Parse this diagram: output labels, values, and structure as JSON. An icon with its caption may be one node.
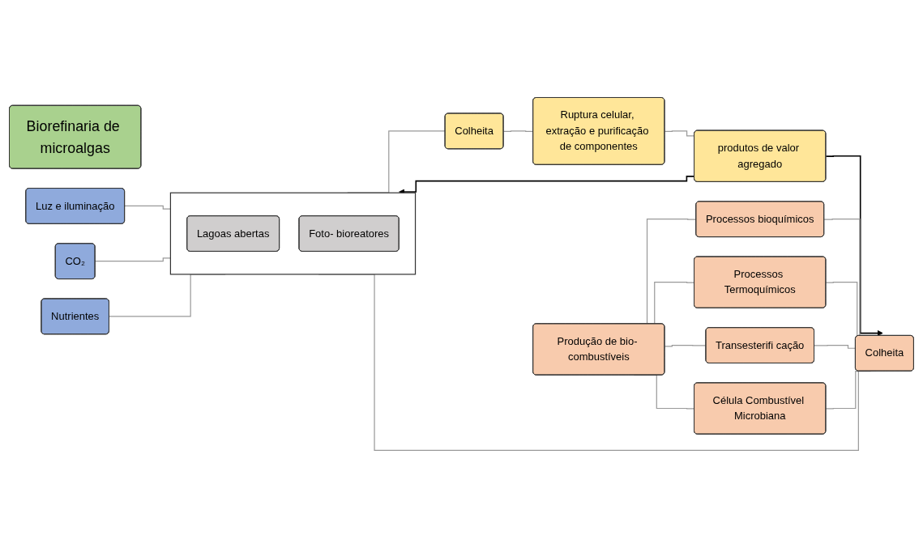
{
  "diagram": {
    "nodes": [
      {
        "text": [
          "Biorefinaria de microalgas"
        ]
      },
      {
        "text": [
          "Luz e iluminação"
        ]
      },
      {
        "text": [
          "CO₂"
        ]
      },
      {
        "text": [
          "Nutrientes"
        ]
      },
      {
        "text": [],
        "shape": "box"
      },
      {
        "text": [
          "Lagoas abertas"
        ],
        "in": 4
      },
      {
        "text": [
          "Foto- bioreatores"
        ],
        "in": 4
      },
      {
        "text": [
          "Colheita"
        ]
      },
      {
        "text": [
          "Ruptura celular, extração e purificação de componentes"
        ]
      },
      {
        "text": [
          "produtos de valor agregado"
        ]
      },
      {
        "text": [
          "Colheita"
        ]
      },
      {
        "text": [
          "Produção de bio- combustíveis"
        ]
      },
      {
        "text": [
          "Processos bioquímicos"
        ]
      },
      {
        "text": [
          "Processos Termoquímicos"
        ]
      },
      {
        "text": [
          "Transesterifi cação"
        ]
      },
      {
        "text": [
          "Célula Combustível Microbiana"
        ]
      }
    ],
    "edges": [
      {
        "from": 1,
        "to": 4,
        "arrow": "none"
      },
      {
        "from": 2,
        "to": 4,
        "arrow": "none"
      },
      {
        "from": 3,
        "to": 4,
        "arrow": "none"
      },
      {
        "from": 4,
        "to": 7,
        "arrow": "none"
      },
      {
        "from": 7,
        "to": 8,
        "arrow": "none"
      },
      {
        "from": 8,
        "to": 9,
        "arrow": "none"
      },
      {
        "from": 9,
        "to": 4,
        "arrow": "to",
        "color": "#000000"
      },
      {
        "from": 9,
        "to": 10,
        "arrow": "to",
        "color": "#000000"
      },
      {
        "from": 10,
        "to": 4,
        "arrow": "none"
      },
      {
        "from": 11,
        "to": 12,
        "arrow": "none"
      },
      {
        "from": 11,
        "to": 13,
        "arrow": "none"
      },
      {
        "from": 11,
        "to": 14,
        "arrow": "none"
      },
      {
        "from": 11,
        "to": 15,
        "arrow": "none"
      },
      {
        "from": 12,
        "to": 10,
        "arrow": "none"
      },
      {
        "from": 13,
        "to": 10,
        "arrow": "none"
      },
      {
        "from": 14,
        "to": 10,
        "arrow": "none"
      },
      {
        "from": 15,
        "to": 10,
        "arrow": "none"
      }
    ]
  }
}
